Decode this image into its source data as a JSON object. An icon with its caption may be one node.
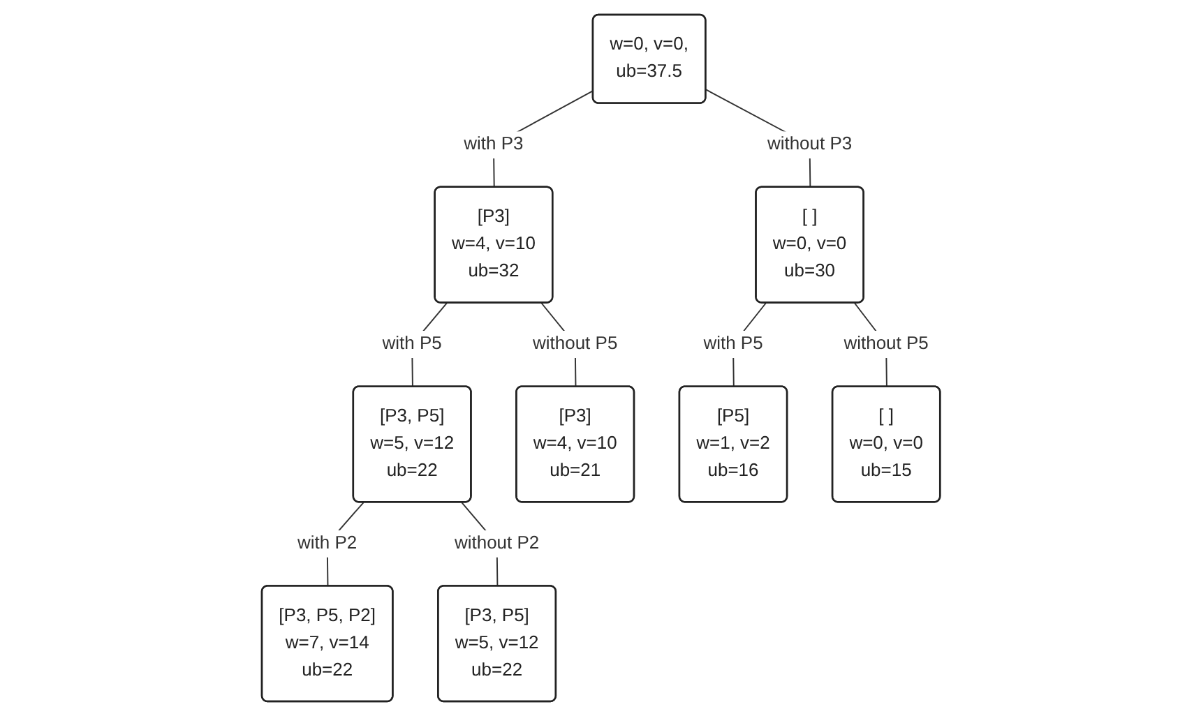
{
  "diagram": {
    "nodes": [
      {
        "text": [
          "w=0, v=0,",
          "ub=37.5"
        ]
      },
      {
        "text": [
          "[P3]",
          "w=4, v=10",
          "ub=32"
        ]
      },
      {
        "text": [
          "[ ]",
          "w=0, v=0",
          "ub=30"
        ]
      },
      {
        "text": [
          "[P3, P5]",
          "w=5, v=12",
          "ub=22"
        ]
      },
      {
        "text": [
          "[P3]",
          "w=4, v=10",
          "ub=21"
        ]
      },
      {
        "text": [
          "[P5]",
          "w=1, v=2",
          "ub=16"
        ]
      },
      {
        "text": [
          "[ ]",
          "w=0, v=0",
          "ub=15"
        ]
      },
      {
        "text": [
          "[P3, P5, P2]",
          "w=7, v=14",
          "ub=22"
        ]
      },
      {
        "text": [
          "[P3, P5]",
          "w=5, v=12",
          "ub=22"
        ]
      }
    ],
    "edges": [
      {
        "from": 0,
        "to": 1,
        "arrow": "none",
        "label": "with P3"
      },
      {
        "from": 0,
        "to": 2,
        "arrow": "none",
        "label": "without P3"
      },
      {
        "from": 1,
        "to": 3,
        "arrow": "none",
        "label": "with P5"
      },
      {
        "from": 1,
        "to": 4,
        "arrow": "none",
        "label": "without P5"
      },
      {
        "from": 2,
        "to": 5,
        "arrow": "none",
        "label": "with P5"
      },
      {
        "from": 2,
        "to": 6,
        "arrow": "none",
        "label": "without P5"
      },
      {
        "from": 3,
        "to": 7,
        "arrow": "none",
        "label": "with P2"
      },
      {
        "from": 3,
        "to": 8,
        "arrow": "none",
        "label": "without P2"
      }
    ]
  }
}
